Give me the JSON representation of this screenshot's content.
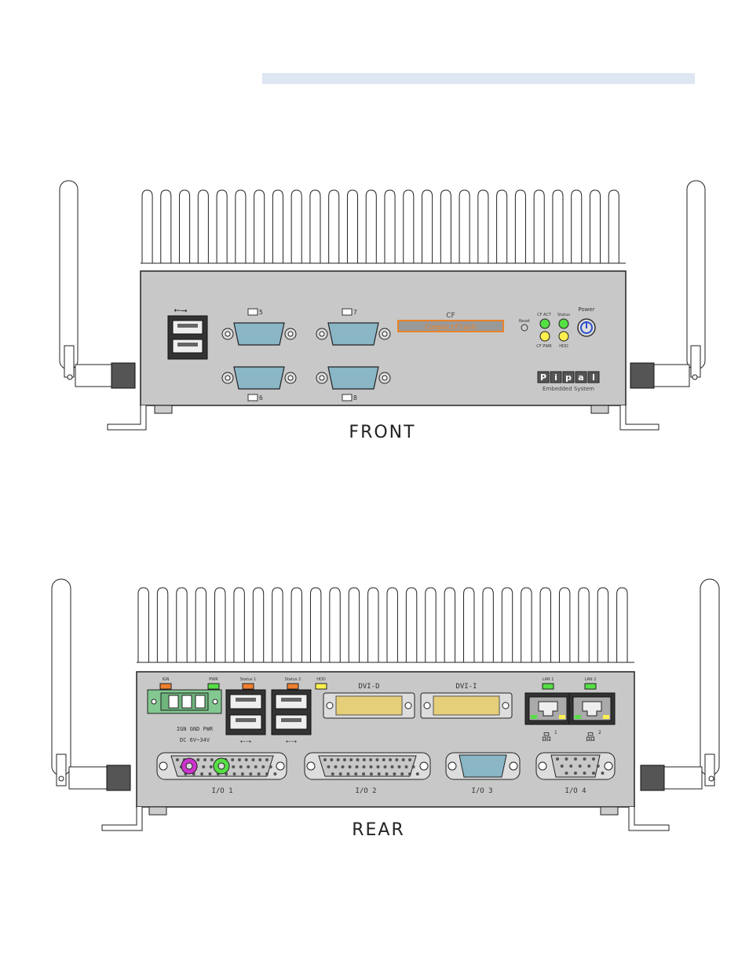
{
  "front": {
    "caption": "FRONT",
    "com_labels": [
      "5",
      "7",
      "6",
      "8"
    ],
    "cf_label": "CF",
    "cf_text": "CompactFlash",
    "reset_label": "Reset",
    "led_labels": [
      "CF ACT",
      "Status",
      "CF PWR",
      "HDD"
    ],
    "power_label": "Power",
    "brand_letters": [
      "P",
      "i",
      "p",
      "a",
      "l"
    ],
    "brand_sub": "Embedded System"
  },
  "rear": {
    "caption": "REAR",
    "led_labels": [
      "IGN",
      "PWR",
      "Status 1",
      "Status 2",
      "HDD",
      "LAN 1",
      "LAN 2"
    ],
    "dvi_d": "DVI-D",
    "dvi_i": "DVI-I",
    "power_pins": "IGN GND PWR",
    "power_range": "DC 6V~34V",
    "lan_nums": [
      "1",
      "2"
    ],
    "io_labels": [
      "I/O 1",
      "I/O 2",
      "I/O 3",
      "I/O 4"
    ]
  },
  "colors": {
    "panel": "#c8c8c8",
    "db9": "#8ab6c6",
    "dvi": "#e6cf79",
    "cf": "#e9832a",
    "led_green": "#56de45",
    "led_yellow": "#fff04e",
    "led_orange": "#ef7f2e",
    "magenta": "#cc33cc",
    "terminal": "#83c890",
    "power_btn": "#2b4dcc"
  }
}
